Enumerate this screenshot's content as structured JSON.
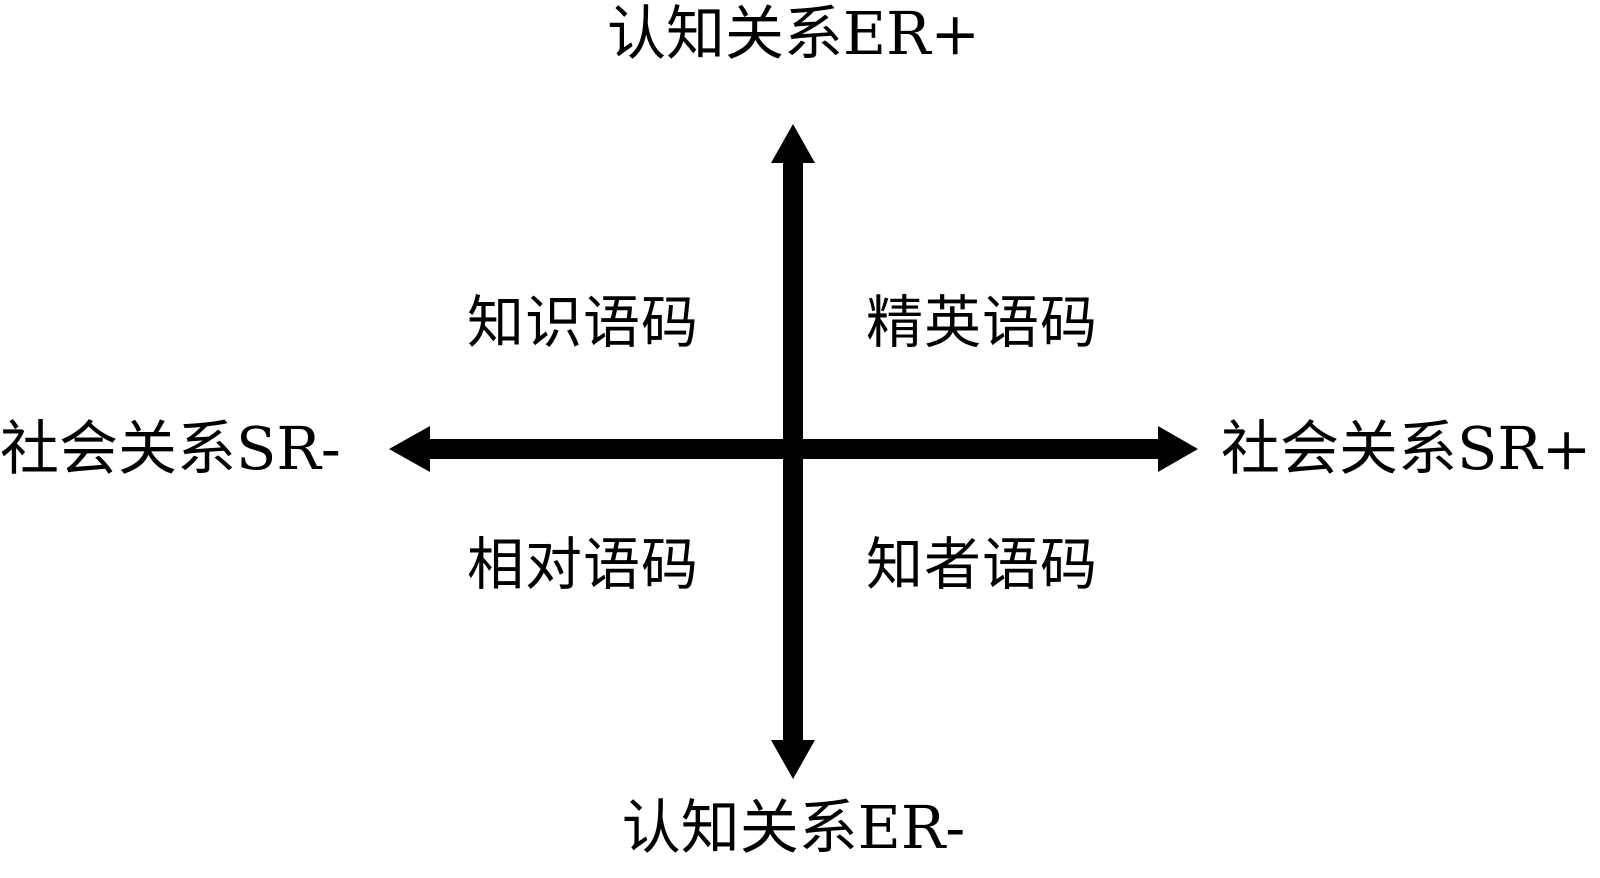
{
  "diagram": {
    "type": "cartesian-quadrant-diagram",
    "background_color": "#ffffff",
    "stroke_color": "#000000",
    "axes": {
      "vertical": {
        "name": "认知关系",
        "positive_label": "认知关系ER+",
        "negative_label": "认知关系ER-",
        "code": "ER"
      },
      "horizontal": {
        "name": "社会关系",
        "positive_label": "社会关系SR+",
        "negative_label": "社会关系SR-",
        "code": "SR"
      }
    },
    "quadrants": {
      "top_left": "知识语码",
      "top_right": "精英语码",
      "bottom_left": "相对语码",
      "bottom_right": "知者语码"
    }
  },
  "chart_data": {
    "type": "scatter",
    "title": "",
    "xlabel": "社会关系SR",
    "ylabel": "认知关系ER",
    "xlim": [
      -1,
      1
    ],
    "ylim": [
      -1,
      1
    ],
    "grid": false,
    "legend": "none",
    "annotations": [
      {
        "text": "知识语码",
        "x": -0.5,
        "y": 0.5,
        "quadrant": "top-left"
      },
      {
        "text": "精英语码",
        "x": 0.5,
        "y": 0.5,
        "quadrant": "top-right"
      },
      {
        "text": "相对语码",
        "x": -0.5,
        "y": -0.5,
        "quadrant": "bottom-left"
      },
      {
        "text": "知者语码",
        "x": 0.5,
        "y": -0.5,
        "quadrant": "bottom-right"
      }
    ],
    "axis_end_labels": {
      "top": "认知关系ER+",
      "bottom": "认知关系ER-",
      "left": "社会关系SR-",
      "right": "社会关系SR+"
    },
    "series": []
  }
}
